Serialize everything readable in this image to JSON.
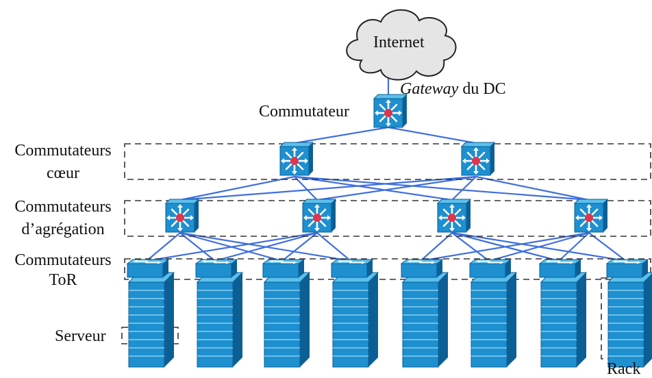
{
  "internet_label": "Internet",
  "gateway": {
    "italic": "Gateway",
    "rest": " du DC"
  },
  "gateway_switch_label": "Commutateur",
  "layers": {
    "core": {
      "line1": "Commutateurs",
      "line2": "cœur"
    },
    "aggregation": {
      "line1": "Commutateurs",
      "line2": "d’agrégation"
    },
    "tor": {
      "line1": "Commutateurs",
      "line2": "ToR"
    }
  },
  "server_label": "Serveur",
  "rack_label": "Rack",
  "counts": {
    "core": 2,
    "aggregation": 4,
    "tor": 8,
    "racks": 8
  },
  "colors": {
    "link": "#3f6fe0",
    "device_face": "#1e8fcf",
    "device_top": "#5cc0ec",
    "device_side": "#0c5f95",
    "router_center": "#e0364c",
    "cloud": "#e5e5e5"
  }
}
